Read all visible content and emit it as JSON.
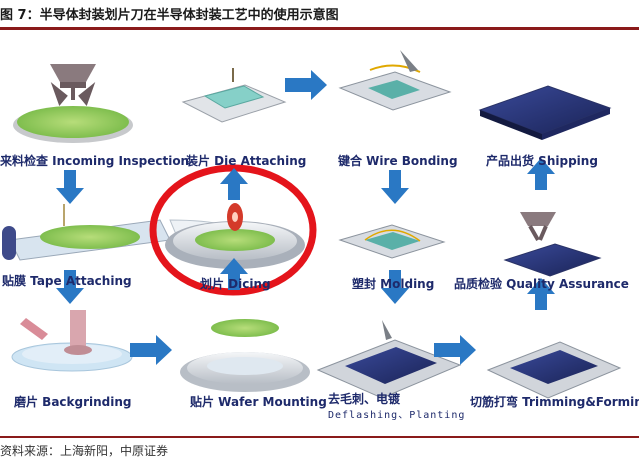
{
  "header": {
    "title": "图 7：半导体封装划片刀在半导体封装工艺中的使用示意图"
  },
  "steps": {
    "incoming_inspection": "来料检查 Incoming Inspection",
    "tape_attaching": "贴膜 Tape Attaching",
    "backgrinding": "磨片 Backgrinding",
    "wafer_mounting": "贴片 Wafer Mounting",
    "dicing": "划片 Dicing",
    "die_attaching": "装片 Die Attaching",
    "wire_bonding": "键合 Wire Bonding",
    "molding": "塑封 Molding",
    "deflashing_cn": "去毛刺、电镀",
    "deflashing_en": "Deflashing、Planting",
    "trimming_forming": "切筋打弯 Trimming&Forming",
    "quality_assurance": "品质检验 Quality Assurance",
    "shipping": "产品出货 Shipping"
  },
  "footer": {
    "source": "资料来源：上海新阳，中原证券"
  },
  "colors": {
    "accent_rule": "#8a1a1a",
    "arrow": "#2a78c4",
    "label": "#1e2a6b",
    "highlight_ring": "#e4141b"
  }
}
